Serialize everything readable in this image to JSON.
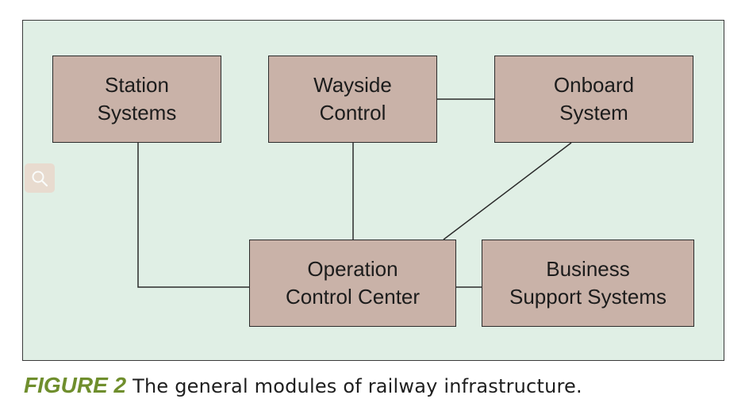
{
  "modules": {
    "station": [
      "Station",
      "Systems"
    ],
    "wayside": [
      "Wayside",
      "Control"
    ],
    "onboard": [
      "Onboard",
      "System"
    ],
    "occ": [
      "Operation",
      "Control Center"
    ],
    "business": [
      "Business",
      "Support Systems"
    ]
  },
  "zoom_icon": "search-icon",
  "caption": {
    "label": "FIGURE 2",
    "text": "The general modules of railway infrastructure."
  },
  "colors": {
    "panel_background": "#e0efe5",
    "module_fill": "#c9b2a8",
    "caption_label": "#6f8e2d"
  }
}
